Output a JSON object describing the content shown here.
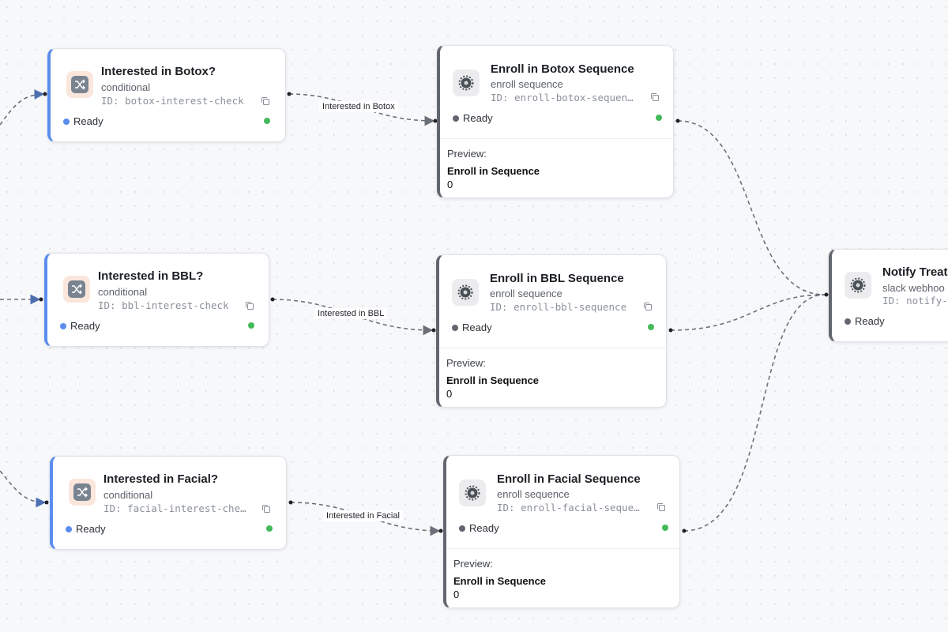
{
  "nodes": {
    "botox_check": {
      "title": "Interested in Botox?",
      "type": "conditional",
      "id": "ID: botox-interest-check",
      "status": "Ready",
      "icon": "shuffle-icon"
    },
    "bbl_check": {
      "title": "Interested in BBL?",
      "type": "conditional",
      "id": "ID: bbl-interest-check",
      "status": "Ready",
      "icon": "shuffle-icon"
    },
    "facial_check": {
      "title": "Interested in Facial?",
      "type": "conditional",
      "id": "ID: facial-interest-che…",
      "status": "Ready",
      "icon": "shuffle-icon"
    },
    "enroll_botox": {
      "title": "Enroll in Botox Sequence",
      "type": "enroll sequence",
      "id": "ID: enroll-botox-sequen…",
      "status": "Ready",
      "icon": "gear-icon",
      "preview_label": "Preview:",
      "preview_title": "Enroll in Sequence",
      "preview_value": "0"
    },
    "enroll_bbl": {
      "title": "Enroll in BBL Sequence",
      "type": "enroll sequence",
      "id": "ID: enroll-bbl-sequence",
      "status": "Ready",
      "icon": "gear-icon",
      "preview_label": "Preview:",
      "preview_title": "Enroll in Sequence",
      "preview_value": "0"
    },
    "enroll_facial": {
      "title": "Enroll in Facial Sequence",
      "type": "enroll sequence",
      "id": "ID: enroll-facial-seque…",
      "status": "Ready",
      "icon": "gear-icon",
      "preview_label": "Preview:",
      "preview_title": "Enroll in Sequence",
      "preview_value": "0"
    },
    "notify": {
      "title": "Notify Treat",
      "type": "slack webhoo",
      "id": "ID: notify-",
      "status": "Ready",
      "icon": "gear-icon"
    }
  },
  "edges": {
    "botox_label": "Interested in Botox",
    "bbl_label": "Interested in BBL",
    "facial_label": "Interested in Facial"
  },
  "colors": {
    "conditional_accent": "#5b8def",
    "action_accent": "#62666e",
    "status_blue": "#5b8def",
    "status_gray": "#62666e",
    "ok_green": "#43b95a",
    "edge": "#6b7078"
  }
}
